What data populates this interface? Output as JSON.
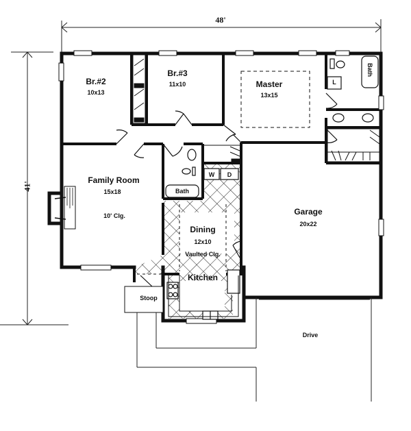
{
  "plan": {
    "dimensions": {
      "width_label": "48'",
      "depth_label": "41'"
    },
    "rooms": [
      {
        "id": "br2",
        "name": "Br.#2",
        "size": "10x13"
      },
      {
        "id": "br3",
        "name": "Br.#3",
        "size": "11x10"
      },
      {
        "id": "master",
        "name": "Master",
        "size": "13x15"
      },
      {
        "id": "family",
        "name": "Family Room",
        "size": "15x18",
        "note": "10' Clg."
      },
      {
        "id": "dining",
        "name": "Dining",
        "size": "12x10",
        "note": "Vaulted Clg."
      },
      {
        "id": "kitchen",
        "name": "Kitchen"
      },
      {
        "id": "garage",
        "name": "Garage",
        "size": "20x22"
      },
      {
        "id": "stoop",
        "name": "Stoop"
      },
      {
        "id": "drive",
        "name": "Drive"
      }
    ],
    "fixtures": {
      "hall_bath": "Bath",
      "master_bath": "Bath",
      "washer": "W",
      "dryer": "D",
      "linen": "L"
    },
    "colors": {
      "line": "#111111",
      "background": "#ffffff"
    }
  }
}
